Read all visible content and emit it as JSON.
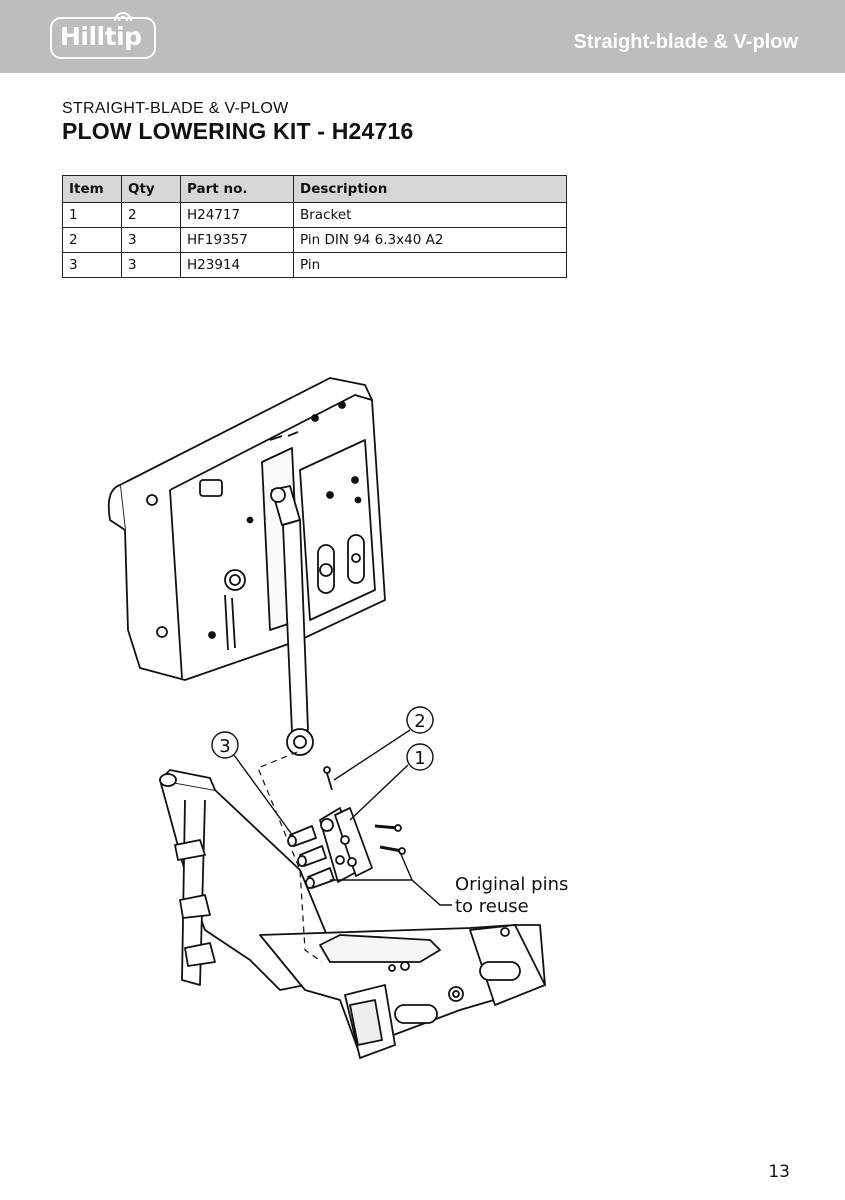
{
  "header": {
    "logo_text": "Hilltip",
    "section_title": "Straight-blade & V-plow"
  },
  "page": {
    "kicker": "STRAIGHT-BLADE & V-PLOW",
    "title": "PLOW LOWERING KIT - H24716",
    "page_number": "13"
  },
  "parts_table": {
    "headers": [
      "Item",
      "Qty",
      "Part no.",
      "Description"
    ],
    "rows": [
      [
        "1",
        "2",
        "H24717",
        "Bracket"
      ],
      [
        "2",
        "3",
        "HF19357",
        "Pin DIN 94 6.3x40 A2"
      ],
      [
        "3",
        "3",
        "H23914",
        "Pin"
      ]
    ]
  },
  "drawing": {
    "callouts": [
      "1",
      "2",
      "3"
    ],
    "note_line1": "Original pins",
    "note_line2": "to reuse"
  }
}
